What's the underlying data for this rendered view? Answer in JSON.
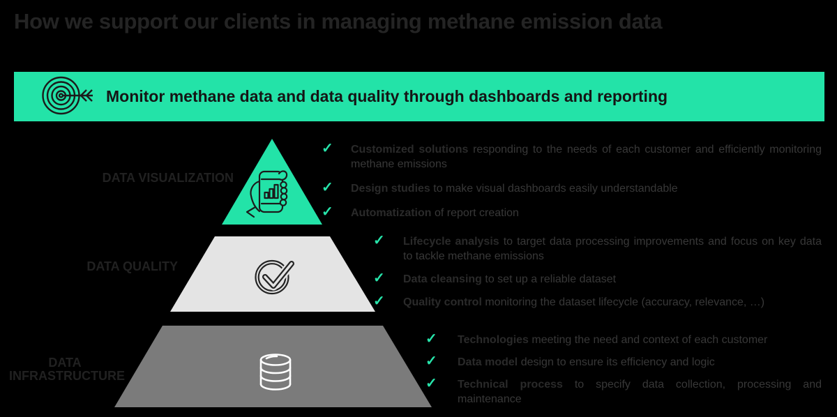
{
  "title": "How we support our clients in managing methane emission data",
  "banner": {
    "text": "Monitor methane data and data quality through dashboards and reporting",
    "icon": "target-arrow-icon",
    "bg_color": "#23E3A8"
  },
  "glyphs": {
    "check": "✓"
  },
  "colors": {
    "background": "#000000",
    "accent_green": "#23E3A8",
    "check_green": "#27E5AB",
    "quality_gray": "#E4E4E4",
    "infrastructure_gray": "#7B7B7B",
    "title_text": "#242424",
    "body_text": "#383838"
  },
  "pyramid": {
    "levels": [
      {
        "label": "DATA VISUALIZATION",
        "icon": "phone-chart-in-hand-icon",
        "color": "#23E3A8",
        "bullets": [
          {
            "bold": "Customized solutions",
            "rest": " responding to the needs of each customer and efficiently monitoring methane emissions"
          },
          {
            "bold": "Design studies",
            "rest": " to make visual dashboards easily understandable"
          },
          {
            "bold": "Automatization",
            "rest": " of report creation"
          }
        ]
      },
      {
        "label": "DATA QUALITY",
        "icon": "circle-check-icon",
        "color": "#E4E4E4",
        "bullets": [
          {
            "bold": "Lifecycle analysis",
            "rest": " to target data processing improvements and focus on key data to tackle methane emissions"
          },
          {
            "bold": "Data cleansing",
            "rest": " to set up a reliable dataset"
          },
          {
            "bold": "Quality control",
            "rest": " monitoring the dataset lifecycle (accuracy, relevance, …)"
          }
        ]
      },
      {
        "label": "DATA INFRASTRUCTURE",
        "icon": "database-icon",
        "color": "#7B7B7B",
        "bullets": [
          {
            "bold": "Technologies",
            "rest": " meeting the need and context of each customer"
          },
          {
            "bold": "Data model",
            "rest": " design to ensure its efficiency and logic"
          },
          {
            "bold": "Technical process",
            "rest": " to specify data collection, processing and maintenance"
          }
        ]
      }
    ]
  }
}
